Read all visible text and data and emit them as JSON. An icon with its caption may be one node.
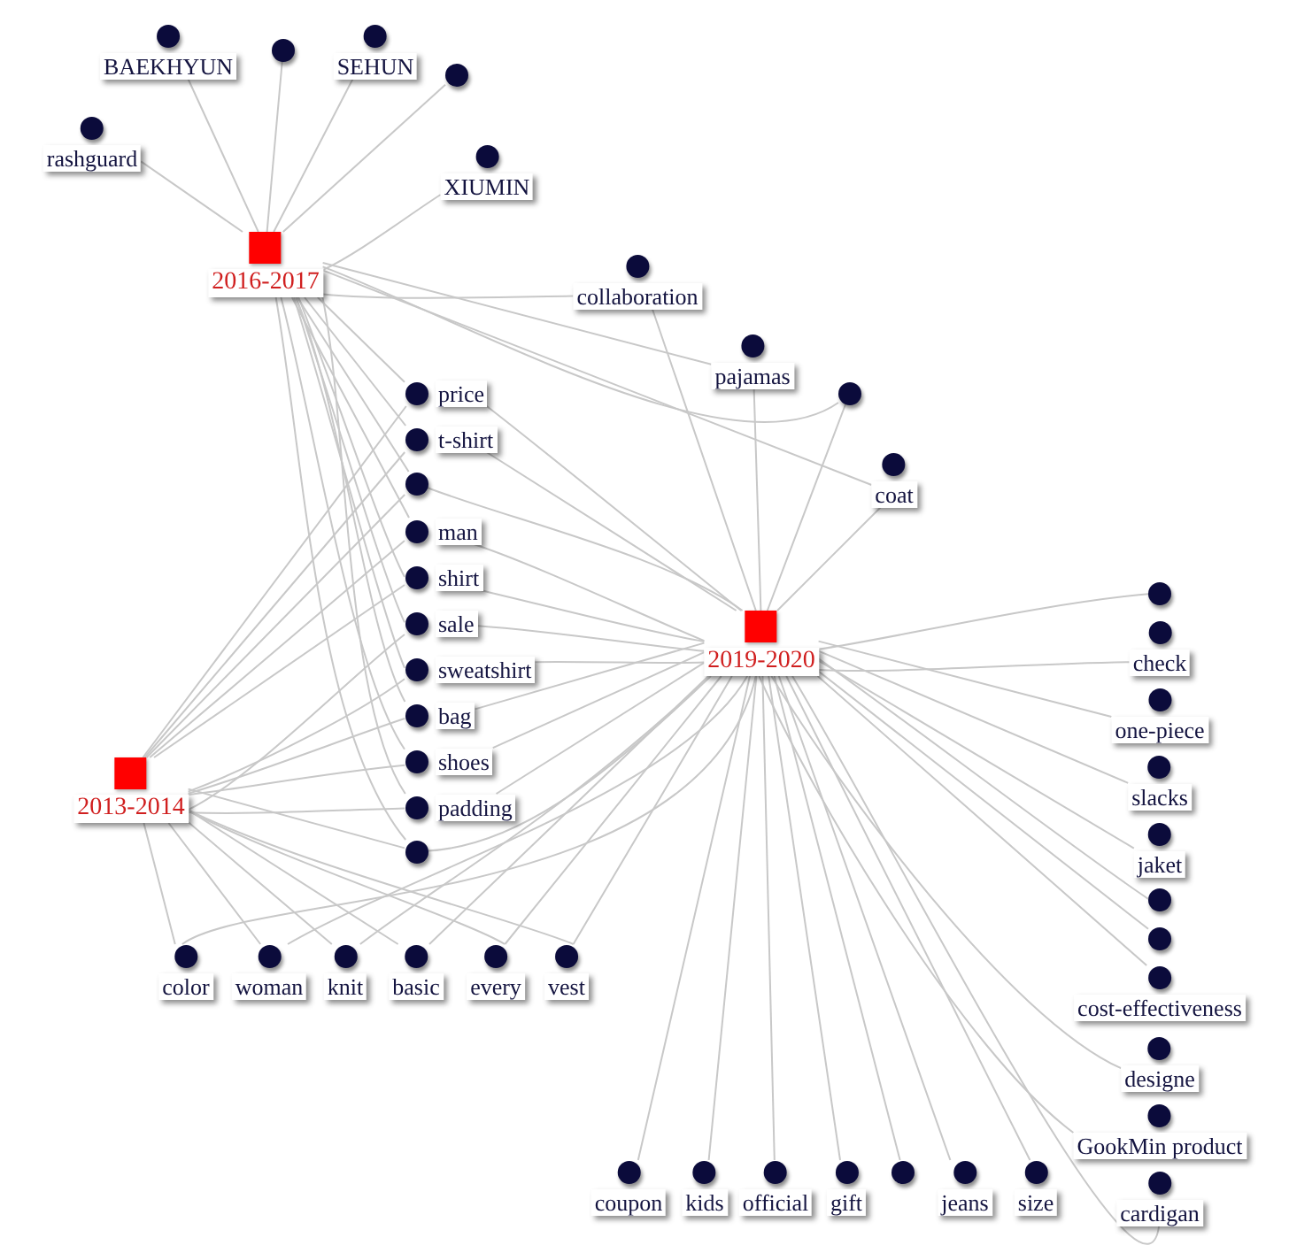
{
  "diagram": {
    "nodes": [
      {
        "text": [
          "BAEKHYUN"
        ]
      },
      {
        "text": [],
        "shape": "circle"
      },
      {
        "text": [
          "SEHUN"
        ]
      },
      {
        "text": [],
        "shape": "circle"
      },
      {
        "text": [
          "rashguard"
        ]
      },
      {
        "text": [
          "XIUMIN"
        ]
      },
      {
        "text": [
          "2016-2017"
        ]
      },
      {
        "text": [
          "collaboration"
        ]
      },
      {
        "text": [
          "pajamas"
        ]
      },
      {
        "text": [],
        "shape": "circle"
      },
      {
        "text": [
          "coat"
        ]
      },
      {
        "text": [
          "price"
        ]
      },
      {
        "text": [
          "t-shirt"
        ]
      },
      {
        "text": [],
        "shape": "circle"
      },
      {
        "text": [
          "man"
        ]
      },
      {
        "text": [
          "shirt"
        ]
      },
      {
        "text": [
          "sale"
        ]
      },
      {
        "text": [
          "sweatshirt"
        ]
      },
      {
        "text": [
          "bag"
        ]
      },
      {
        "text": [
          "shoes"
        ]
      },
      {
        "text": [
          "padding"
        ]
      },
      {
        "text": [],
        "shape": "circle"
      },
      {
        "text": [
          "2019-2020"
        ]
      },
      {
        "text": [],
        "shape": "circle"
      },
      {
        "text": [
          "check"
        ]
      },
      {
        "text": [
          "one-piece"
        ]
      },
      {
        "text": [
          "slacks"
        ]
      },
      {
        "text": [
          "2013-2014"
        ]
      },
      {
        "text": [
          "jaket"
        ]
      },
      {
        "text": [],
        "shape": "circle"
      },
      {
        "text": [],
        "shape": "circle"
      },
      {
        "text": [
          "color"
        ]
      },
      {
        "text": [
          "woman"
        ]
      },
      {
        "text": [
          "knit"
        ]
      },
      {
        "text": [
          "basic"
        ]
      },
      {
        "text": [
          "every"
        ]
      },
      {
        "text": [
          "vest"
        ]
      },
      {
        "text": [
          "cost-effectiveness"
        ]
      },
      {
        "text": [
          "designe"
        ]
      },
      {
        "text": [
          "GookMin product"
        ]
      },
      {
        "text": [
          "cardigan"
        ]
      },
      {
        "text": [
          "size"
        ]
      },
      {
        "text": [
          "jeans"
        ]
      },
      {
        "text": [],
        "shape": "circle"
      },
      {
        "text": [
          "gift"
        ]
      },
      {
        "text": [
          "official"
        ]
      },
      {
        "text": [
          "kids"
        ]
      },
      {
        "text": [
          "coupon"
        ]
      }
    ],
    "edges": [
      {
        "from": 6,
        "to": 0,
        "arrow": "none"
      },
      {
        "from": 6,
        "to": 1,
        "arrow": "none"
      },
      {
        "from": 6,
        "to": 2,
        "arrow": "none"
      },
      {
        "from": 6,
        "to": 3,
        "arrow": "none"
      },
      {
        "from": 6,
        "to": 4,
        "arrow": "none"
      },
      {
        "from": 6,
        "to": 5,
        "arrow": "none"
      },
      {
        "from": 6,
        "to": 7,
        "arrow": "none"
      },
      {
        "from": 6,
        "to": 8,
        "arrow": "none"
      },
      {
        "from": 6,
        "to": 9,
        "arrow": "none"
      },
      {
        "from": 6,
        "to": 10,
        "arrow": "none"
      },
      {
        "from": 22,
        "to": 7,
        "arrow": "none"
      },
      {
        "from": 22,
        "to": 8,
        "arrow": "none"
      },
      {
        "from": 22,
        "to": 9,
        "arrow": "none"
      },
      {
        "from": 22,
        "to": 10,
        "arrow": "none"
      },
      {
        "from": 6,
        "to": 11,
        "arrow": "none"
      },
      {
        "from": 6,
        "to": 12,
        "arrow": "none"
      },
      {
        "from": 6,
        "to": 13,
        "arrow": "none"
      },
      {
        "from": 6,
        "to": 14,
        "arrow": "none"
      },
      {
        "from": 6,
        "to": 15,
        "arrow": "none"
      },
      {
        "from": 6,
        "to": 16,
        "arrow": "none"
      },
      {
        "from": 6,
        "to": 17,
        "arrow": "none"
      },
      {
        "from": 6,
        "to": 18,
        "arrow": "none"
      },
      {
        "from": 6,
        "to": 19,
        "arrow": "none"
      },
      {
        "from": 6,
        "to": 20,
        "arrow": "none"
      },
      {
        "from": 6,
        "to": 21,
        "arrow": "none"
      },
      {
        "from": 27,
        "to": 11,
        "arrow": "none"
      },
      {
        "from": 27,
        "to": 12,
        "arrow": "none"
      },
      {
        "from": 27,
        "to": 13,
        "arrow": "none"
      },
      {
        "from": 27,
        "to": 14,
        "arrow": "none"
      },
      {
        "from": 27,
        "to": 15,
        "arrow": "none"
      },
      {
        "from": 27,
        "to": 16,
        "arrow": "none"
      },
      {
        "from": 27,
        "to": 17,
        "arrow": "none"
      },
      {
        "from": 27,
        "to": 18,
        "arrow": "none"
      },
      {
        "from": 27,
        "to": 19,
        "arrow": "none"
      },
      {
        "from": 27,
        "to": 20,
        "arrow": "none"
      },
      {
        "from": 27,
        "to": 21,
        "arrow": "none"
      },
      {
        "from": 22,
        "to": 11,
        "arrow": "none"
      },
      {
        "from": 22,
        "to": 12,
        "arrow": "none"
      },
      {
        "from": 22,
        "to": 13,
        "arrow": "none"
      },
      {
        "from": 22,
        "to": 14,
        "arrow": "none"
      },
      {
        "from": 22,
        "to": 15,
        "arrow": "none"
      },
      {
        "from": 22,
        "to": 16,
        "arrow": "none"
      },
      {
        "from": 22,
        "to": 17,
        "arrow": "none"
      },
      {
        "from": 22,
        "to": 18,
        "arrow": "none"
      },
      {
        "from": 22,
        "to": 19,
        "arrow": "none"
      },
      {
        "from": 22,
        "to": 20,
        "arrow": "none"
      },
      {
        "from": 22,
        "to": 21,
        "arrow": "none"
      },
      {
        "from": 27,
        "to": 31,
        "arrow": "none"
      },
      {
        "from": 27,
        "to": 32,
        "arrow": "none"
      },
      {
        "from": 27,
        "to": 33,
        "arrow": "none"
      },
      {
        "from": 27,
        "to": 34,
        "arrow": "none"
      },
      {
        "from": 27,
        "to": 35,
        "arrow": "none"
      },
      {
        "from": 27,
        "to": 36,
        "arrow": "none"
      },
      {
        "from": 22,
        "to": 31,
        "arrow": "none"
      },
      {
        "from": 22,
        "to": 32,
        "arrow": "none"
      },
      {
        "from": 22,
        "to": 33,
        "arrow": "none"
      },
      {
        "from": 22,
        "to": 34,
        "arrow": "none"
      },
      {
        "from": 22,
        "to": 35,
        "arrow": "none"
      },
      {
        "from": 22,
        "to": 36,
        "arrow": "none"
      },
      {
        "from": 22,
        "to": 23,
        "arrow": "none"
      },
      {
        "from": 22,
        "to": 24,
        "arrow": "none"
      },
      {
        "from": 22,
        "to": 25,
        "arrow": "none"
      },
      {
        "from": 22,
        "to": 26,
        "arrow": "none"
      },
      {
        "from": 22,
        "to": 28,
        "arrow": "none"
      },
      {
        "from": 22,
        "to": 29,
        "arrow": "none"
      },
      {
        "from": 22,
        "to": 30,
        "arrow": "none"
      },
      {
        "from": 22,
        "to": 37,
        "arrow": "none"
      },
      {
        "from": 22,
        "to": 38,
        "arrow": "none"
      },
      {
        "from": 22,
        "to": 39,
        "arrow": "none"
      },
      {
        "from": 22,
        "to": 40,
        "arrow": "none"
      },
      {
        "from": 22,
        "to": 41,
        "arrow": "none"
      },
      {
        "from": 22,
        "to": 42,
        "arrow": "none"
      },
      {
        "from": 22,
        "to": 43,
        "arrow": "none"
      },
      {
        "from": 22,
        "to": 44,
        "arrow": "none"
      },
      {
        "from": 22,
        "to": 45,
        "arrow": "none"
      },
      {
        "from": 22,
        "to": 46,
        "arrow": "none"
      },
      {
        "from": 22,
        "to": 47,
        "arrow": "none"
      }
    ]
  }
}
